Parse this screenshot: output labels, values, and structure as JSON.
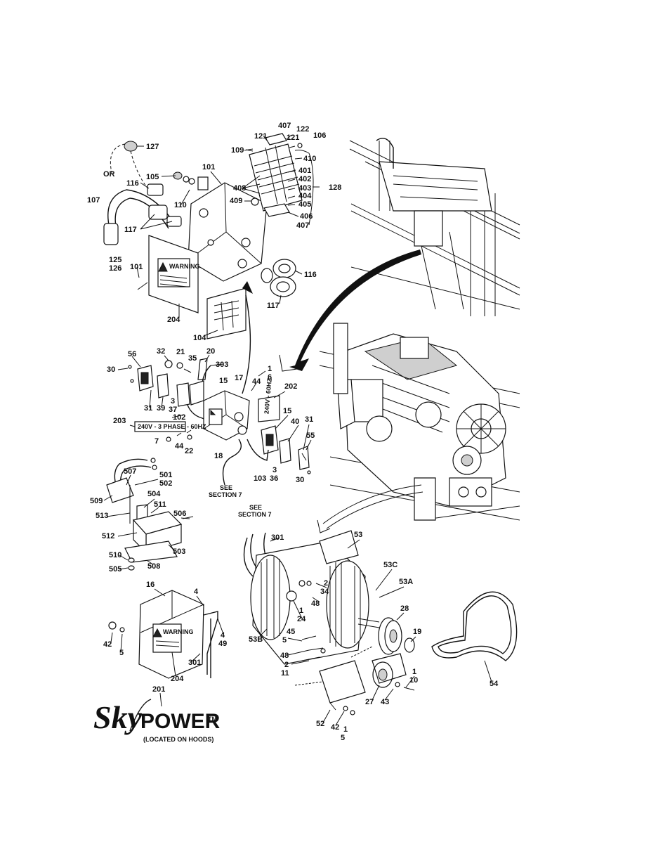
{
  "callouts": {
    "c127": "127",
    "cOR": "OR",
    "c107": "107",
    "c116a": "116",
    "c105": "105",
    "c101a": "101",
    "c110": "110",
    "c117a": "117",
    "c125": "125",
    "c126": "126",
    "c101b": "101",
    "c204a": "204",
    "c116b": "116",
    "c117b": "117",
    "c104": "104",
    "c407a": "407",
    "c121a": "121",
    "c122": "122",
    "c121b": "121",
    "c106": "106",
    "c109": "109",
    "c410": "410",
    "c401": "401",
    "c402": "402",
    "c403": "403",
    "c404": "404",
    "c405": "405",
    "c406": "406",
    "c407b": "407",
    "c408": "408",
    "c409": "409",
    "c128": "128",
    "c56": "56",
    "c30a": "30",
    "c32": "32",
    "c21": "21",
    "c35": "35",
    "c20": "20",
    "c303": "303",
    "c1a": "1",
    "c6": "6",
    "c17": "17",
    "c15a": "15",
    "c44a": "44",
    "c202": "202",
    "c3a": "3",
    "c37": "37",
    "c31a": "31",
    "c39": "39",
    "c102": "102",
    "c203": "203",
    "c15b": "15",
    "c40": "40",
    "c31b": "31",
    "c55": "55",
    "c7": "7",
    "c44b": "44",
    "c22": "22",
    "c18": "18",
    "c3b": "3",
    "c36": "36",
    "c103": "103",
    "c30b": "30",
    "c507": "507",
    "c501": "501",
    "c502": "502",
    "c509": "509",
    "c504": "504",
    "c511": "511",
    "c513": "513",
    "c506": "506",
    "c512": "512",
    "c503": "503",
    "c510": "510",
    "c505": "505",
    "c508": "508",
    "c301a": "301",
    "c53": "53",
    "c53C": "53C",
    "c53A": "53A",
    "c2a": "2",
    "c34": "34",
    "c48a": "48",
    "c1b": "1",
    "c24": "24",
    "c28": "28",
    "c53B": "53B",
    "c45": "45",
    "c5a": "5",
    "c19": "19",
    "c48b": "48",
    "c2b": "2",
    "c11": "11",
    "c1c": "1",
    "c10": "10",
    "c54": "54",
    "c27": "27",
    "c43": "43",
    "c52": "52",
    "c42a": "42",
    "c1d": "1",
    "c5b": "5",
    "c16": "16",
    "c4a": "4",
    "c4b": "4",
    "c49": "49",
    "c42b": "42",
    "c5c": "5",
    "c301b": "301",
    "c204b": "204",
    "c201": "201"
  },
  "notes": {
    "see1_line1": "SEE",
    "see1_line2": "SECTION 7",
    "see2_line1": "SEE",
    "see2_line2": "SECTION 7",
    "hoods": "(LOCATED ON HOODS)"
  },
  "decals": {
    "warning": "WARNING",
    "voltage_203": "240V - 3 PHASE - 60HZ",
    "voltage_202": "240V - 60HZ"
  },
  "logo": {
    "script": "Sky",
    "word": "POWER",
    "tm": "TM"
  }
}
